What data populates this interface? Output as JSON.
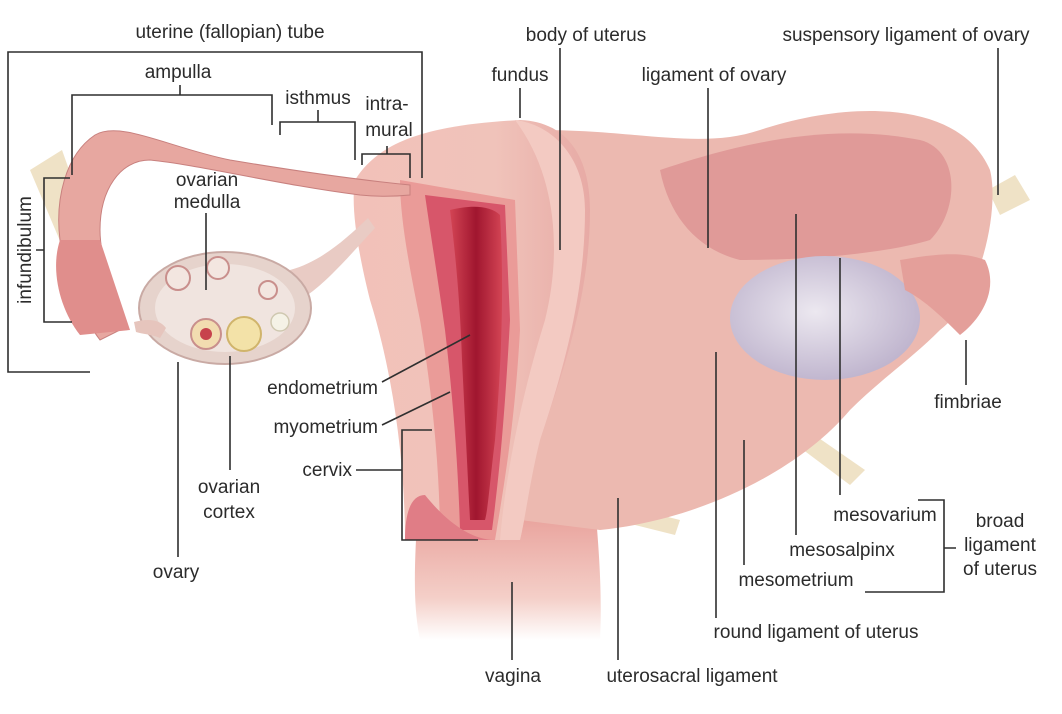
{
  "labels": {
    "uterine_tube": "uterine (fallopian) tube",
    "ampulla": "ampulla",
    "isthmus": "isthmus",
    "intramural_1": "intra-",
    "intramural_2": "mural",
    "infundibulum": "infundibulum",
    "ovarian_medulla_1": "ovarian",
    "ovarian_medulla_2": "medulla",
    "ovarian_cortex_1": "ovarian",
    "ovarian_cortex_2": "cortex",
    "ovary": "ovary",
    "fundus": "fundus",
    "body_of_uterus": "body of uterus",
    "ligament_of_ovary": "ligament of ovary",
    "suspensory_ligament": "suspensory ligament of ovary",
    "endometrium": "endometrium",
    "myometrium": "myometrium",
    "cervix": "cervix",
    "vagina": "vagina",
    "uterosacral_ligament": "uterosacral ligament",
    "round_ligament": "round ligament of uterus",
    "mesometrium": "mesometrium",
    "mesosalpinx": "mesosalpinx",
    "mesovarium": "mesovarium",
    "broad_1": "broad",
    "broad_2": "ligament",
    "broad_3": "of uterus",
    "fimbriae": "fimbriae"
  },
  "colors": {
    "tissue_light": "#f3c7bf",
    "tissue_mid": "#e89b96",
    "tissue_dark": "#c95b63",
    "cavity": "#b0203a",
    "ovary": "#e8d2cc",
    "ligament_band": "#efe2c6",
    "ovary_right": "#c9c0d6"
  }
}
